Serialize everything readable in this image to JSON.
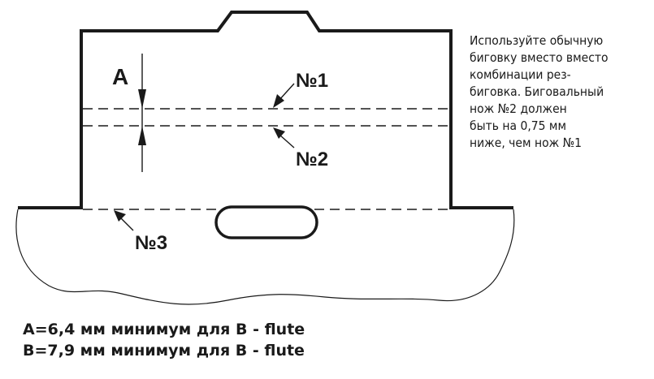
{
  "labels": {
    "dim_a": "A",
    "knife_1": "№1",
    "knife_2": "№2",
    "knife_3": "№3"
  },
  "note_lines": [
    "Используйте обычную",
    "биговку вместо вместо",
    "комбинации рез-",
    "биговка. Биговальный",
    "нож №2 должен",
    "быть на 0,75 мм",
    "ниже, чем нож №1"
  ],
  "footer_lines": [
    "A=6,4 мм минимум для B - flute",
    "B=7,9 мм минимум для B - flute"
  ]
}
